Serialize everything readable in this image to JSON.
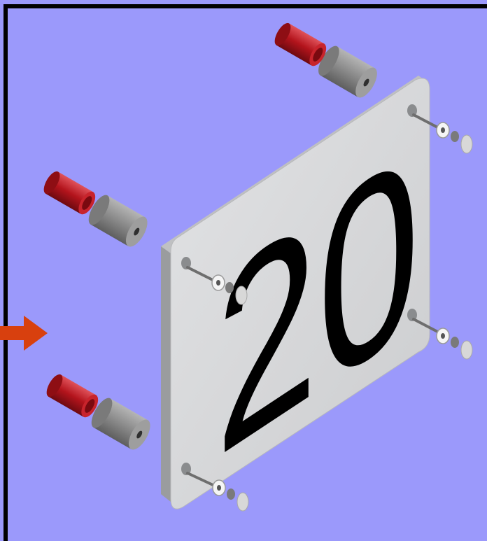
{
  "diagram": {
    "plate_number": "20",
    "colors": {
      "background": "#9B99FB",
      "frame": "#000000",
      "plate_face": "#D5D6D8",
      "plate_edge": "#9A9C9E",
      "numeral": "#000000",
      "red_cap": "#B3141C",
      "grey_spacer": "#8A8A8A",
      "arrow": "#D8400E"
    },
    "parts": {
      "standoff_caps": 3,
      "standoff_spacers": 3,
      "mounting_screws": 4
    },
    "arrow_direction": "right"
  }
}
